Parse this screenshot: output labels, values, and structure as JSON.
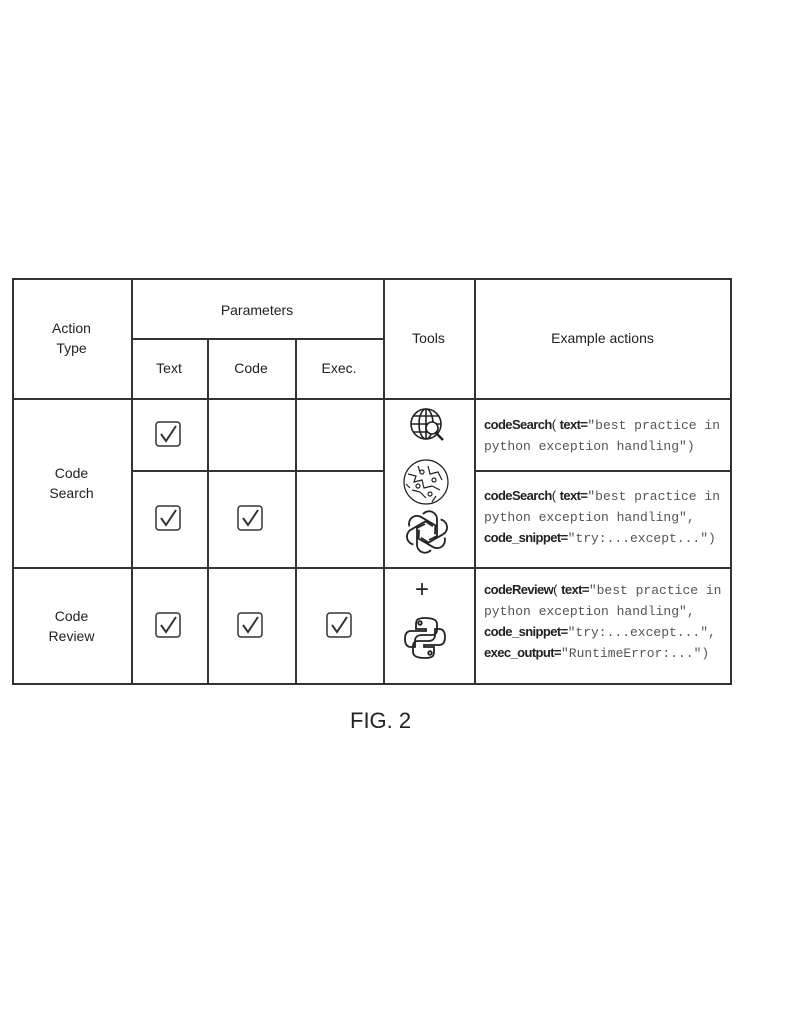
{
  "header": {
    "action_type": "Action\nType",
    "parameters": "Parameters",
    "text": "Text",
    "code": "Code",
    "exec": "Exec.",
    "tools": "Tools",
    "example_actions": "Example actions"
  },
  "rows": [
    {
      "action": "Code\nSearch",
      "examples": [
        {
          "lines": [
            [
              "codeSearch",
              "( ",
              "text=",
              "\"best practice in"
            ],
            [
              "",
              "",
              "",
              "python exception handling\")"
            ]
          ]
        },
        {
          "lines": [
            [
              "codeSearch",
              "( ",
              "text=",
              "\"best practice in"
            ],
            [
              "",
              "",
              "",
              "python exception handling\","
            ],
            [
              "code_snippet=",
              "",
              "",
              "\"try:...except...\")"
            ]
          ]
        }
      ]
    },
    {
      "action": "Code\nReview",
      "examples": [
        {
          "lines": [
            [
              "codeReview",
              "( ",
              "text=",
              "\"best practice in"
            ],
            [
              "",
              "",
              "",
              "python exception handling\","
            ],
            [
              "code_snippet=",
              "",
              "",
              "\"try:...except...\","
            ],
            [
              "exec_output=",
              "",
              "",
              "\"RuntimeError:...\")"
            ]
          ]
        }
      ]
    }
  ],
  "tools": {
    "plus": "+"
  },
  "figure_label": "FIG. 2"
}
